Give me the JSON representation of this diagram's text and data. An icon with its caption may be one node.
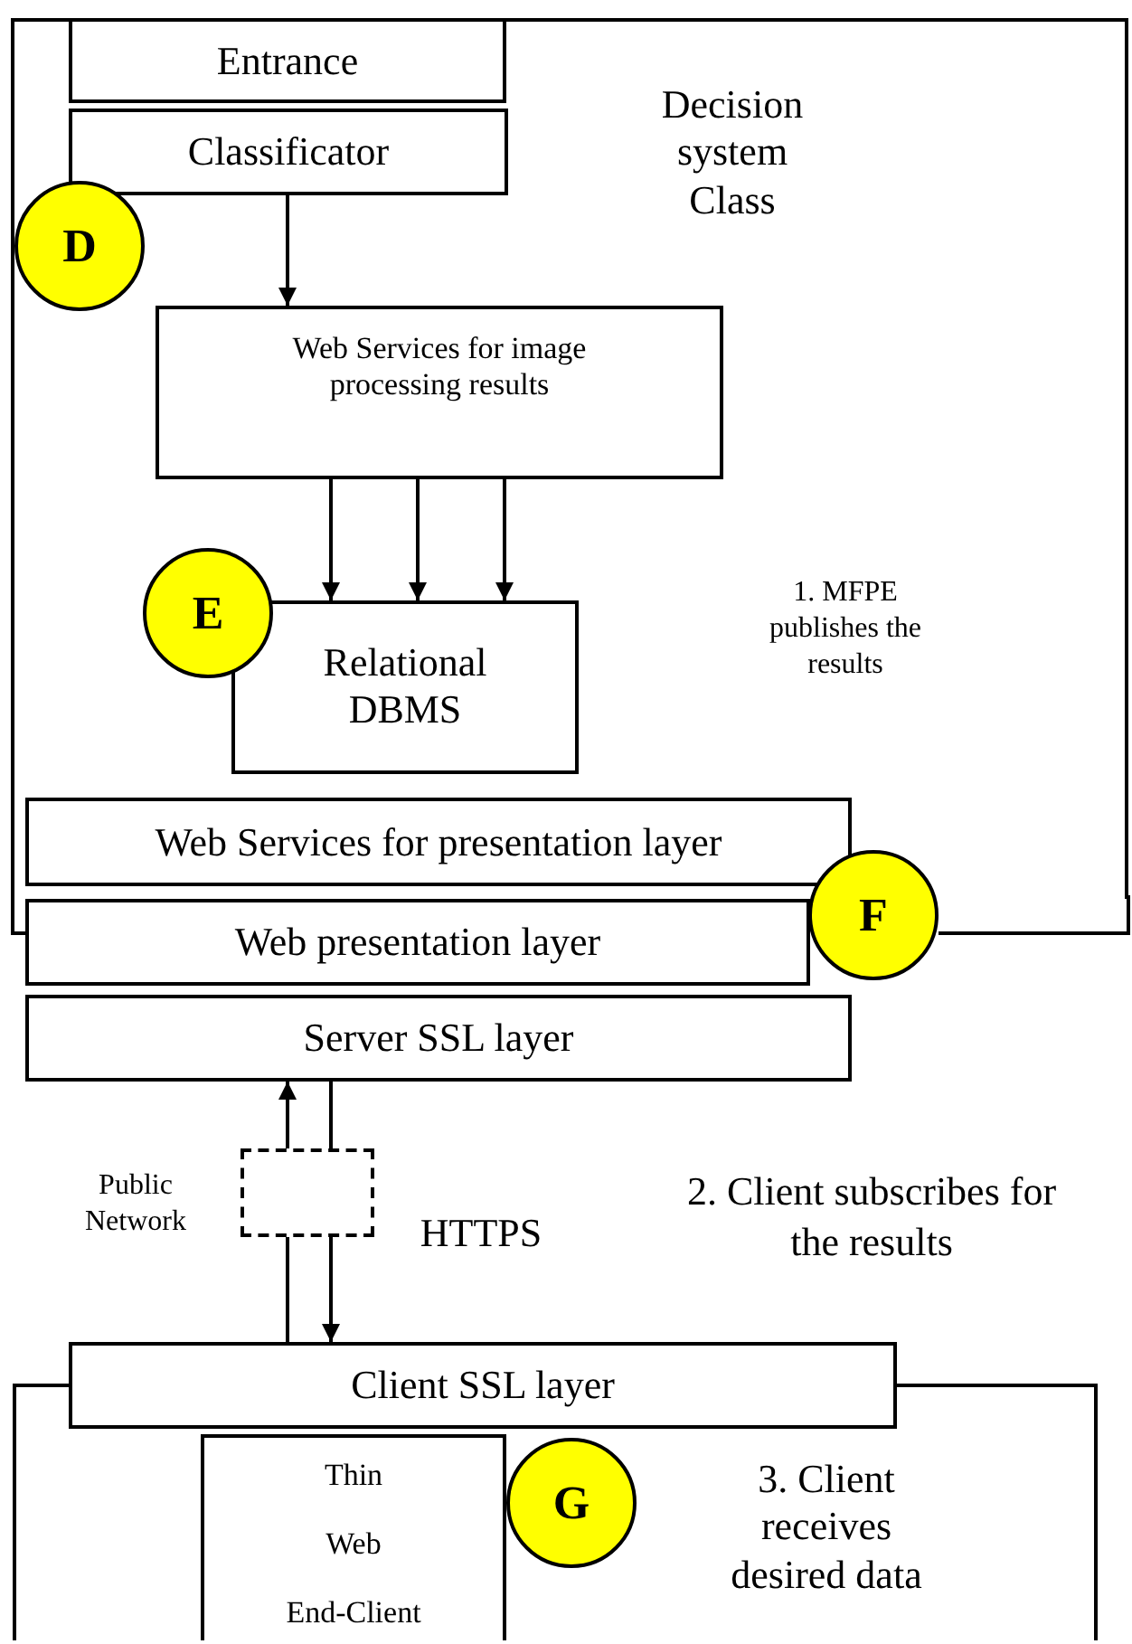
{
  "diagram": {
    "nodes": [
      {
        "text": [
          "Decision system Class"
        ]
      },
      {
        "text": [
          "Entrance"
        ],
        "in": 0
      },
      {
        "text": [
          "Classificator"
        ],
        "in": 0
      },
      {
        "text": [
          "D"
        ],
        "in": 0
      },
      {
        "text": [
          "Web Services for image processing results"
        ],
        "in": 0
      },
      {
        "text": [
          "Relational DBMS"
        ],
        "in": 0
      },
      {
        "text": [
          "E"
        ],
        "in": 0
      },
      {
        "text": [
          "Web Services for presentation layer"
        ],
        "in": 0
      },
      {
        "text": [
          "Web presentation layer"
        ]
      },
      {
        "text": [
          "F"
        ]
      },
      {
        "text": [
          "Server SSL layer"
        ]
      },
      {
        "text": [],
        "shape": "box",
        "beside": [
          "Public Network",
          "HTTPS"
        ]
      },
      {
        "text": [
          "3. Client receives desired data"
        ]
      },
      {
        "text": [
          "Client SSL layer"
        ]
      },
      {
        "text": [
          "Thin Web End-Client"
        ],
        "in": 12
      },
      {
        "text": [
          "G"
        ],
        "in": 12
      }
    ],
    "edges": [
      {
        "from": 2,
        "to": 4,
        "arrow": "to"
      },
      {
        "from": 4,
        "to": 5,
        "arrow": "to"
      },
      {
        "from": 4,
        "to": 5,
        "arrow": "to"
      },
      {
        "from": 4,
        "to": 5,
        "arrow": "to"
      },
      {
        "from": 11,
        "to": 10,
        "arrow": "to"
      },
      {
        "from": 10,
        "to": 11,
        "arrow": "none"
      },
      {
        "from": 11,
        "to": 13,
        "arrow": "none"
      },
      {
        "from": 11,
        "to": 13,
        "arrow": "to"
      }
    ],
    "labels": [
      "1. MFPE publishes the results",
      "2. Client subscribes for the results"
    ]
  }
}
